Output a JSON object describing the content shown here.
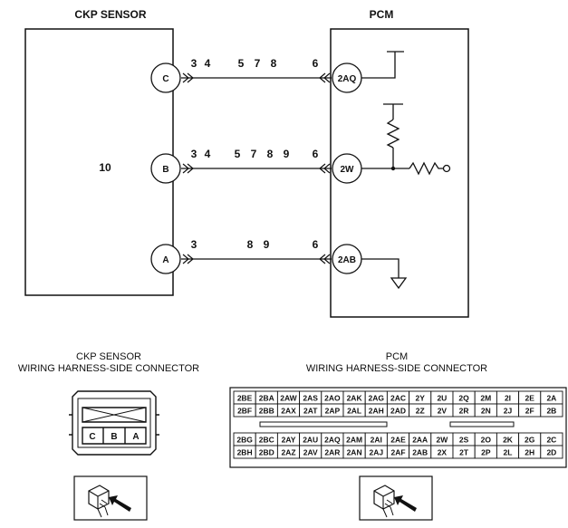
{
  "ckp_title": "CKP SENSOR",
  "pcm_title": "PCM",
  "sensor_ref": "10",
  "ckp_connector": {
    "line1": "CKP SENSOR",
    "line2": "WIRING HARNESS-SIDE CONNECTOR",
    "pins": [
      "C",
      "B",
      "A"
    ]
  },
  "pcm_connector": {
    "line1": "PCM",
    "line2": "WIRING HARNESS-SIDE CONNECTOR",
    "row1": [
      "2BE",
      "2BA",
      "2AW",
      "2AS",
      "2AO",
      "2AK",
      "2AG",
      "2AC",
      "2Y",
      "2U",
      "2Q",
      "2M",
      "2I",
      "2E",
      "2A"
    ],
    "row2": [
      "2BF",
      "2BB",
      "2AX",
      "2AT",
      "2AP",
      "2AL",
      "2AH",
      "2AD",
      "2Z",
      "2V",
      "2R",
      "2N",
      "2J",
      "2F",
      "2B"
    ],
    "row3": [
      "2BG",
      "2BC",
      "2AY",
      "2AU",
      "2AQ",
      "2AM",
      "2AI",
      "2AE",
      "2AA",
      "2W",
      "2S",
      "2O",
      "2K",
      "2G",
      "2C"
    ],
    "row4": [
      "2BH",
      "2BD",
      "2AZ",
      "2AV",
      "2AR",
      "2AN",
      "2AJ",
      "2AF",
      "2AB",
      "2X",
      "2T",
      "2P",
      "2L",
      "2H",
      "2D"
    ]
  },
  "wires": [
    {
      "sensor_pin": "C",
      "pcm_pin": "2AQ",
      "left_marks": [
        "3",
        "4"
      ],
      "mid_marks": [
        "5",
        "7",
        "8"
      ],
      "right_mark": "6"
    },
    {
      "sensor_pin": "B",
      "pcm_pin": "2W",
      "left_marks": [
        "3",
        "4"
      ],
      "mid_marks": [
        "5",
        "7",
        "8",
        "9"
      ],
      "right_mark": "6"
    },
    {
      "sensor_pin": "A",
      "pcm_pin": "2AB",
      "left_marks": [
        "3"
      ],
      "mid_marks": [
        "8",
        "9"
      ],
      "right_mark": "6"
    }
  ]
}
